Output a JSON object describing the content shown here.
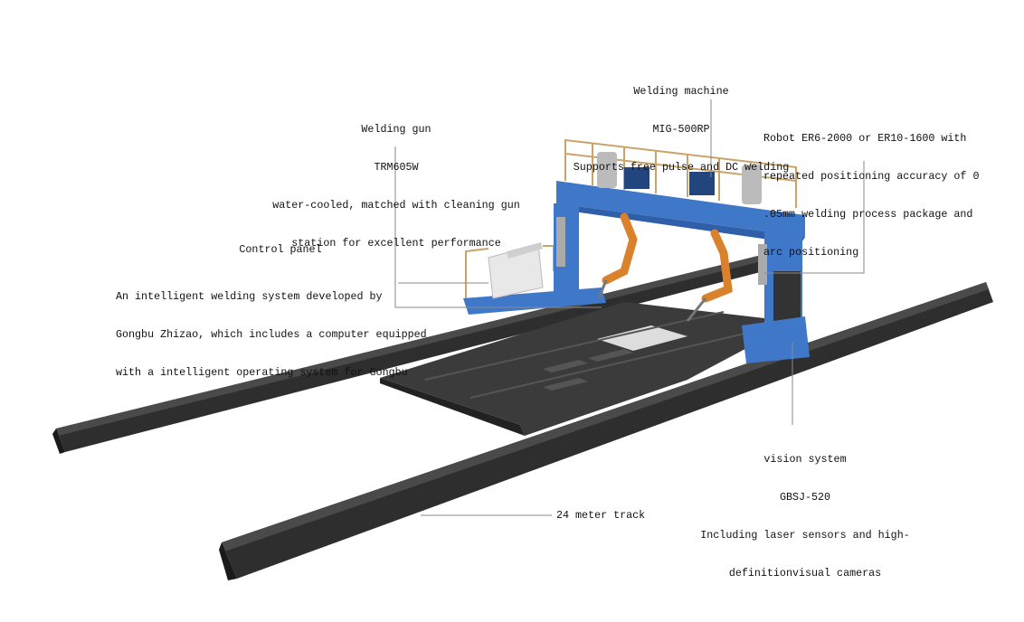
{
  "labels": {
    "welding_gun": {
      "title": "Welding gun",
      "model": "TRM605W",
      "desc1": "water-cooled, matched with cleaning gun",
      "desc2": "station for excellent performance"
    },
    "welding_machine": {
      "title": "Welding machine",
      "model": "MIG-500RP",
      "desc": "Supports free pulse and DC welding"
    },
    "robot": {
      "line1": "Robot ER6-2000 or ER10-1600 with",
      "line2": "repeated positioning accuracy of 0",
      "line3": ".05mm welding process package and",
      "line4": "arc positioning"
    },
    "control_panel": {
      "title": "Control panel",
      "line1": "An intelligent welding system developed by",
      "line2": "Gongbu Zhizao, which includes a computer equipped",
      "line3": "with a intelligent operating system for Gongbu"
    },
    "vision_system": {
      "title": "vision system",
      "model": "GBSJ-520",
      "line1": "Including laser sensors and high-",
      "line2": "definitionvisual cameras"
    },
    "track": {
      "label": "24 meter track"
    }
  },
  "colors": {
    "gantry_blue": "#3f78c8",
    "rail_gold": "#c9a46a",
    "track_dark": "#2b2b2b",
    "plate": "#3a3a3a",
    "robot_orange": "#d9822b",
    "leader": "#8a8a8a"
  }
}
